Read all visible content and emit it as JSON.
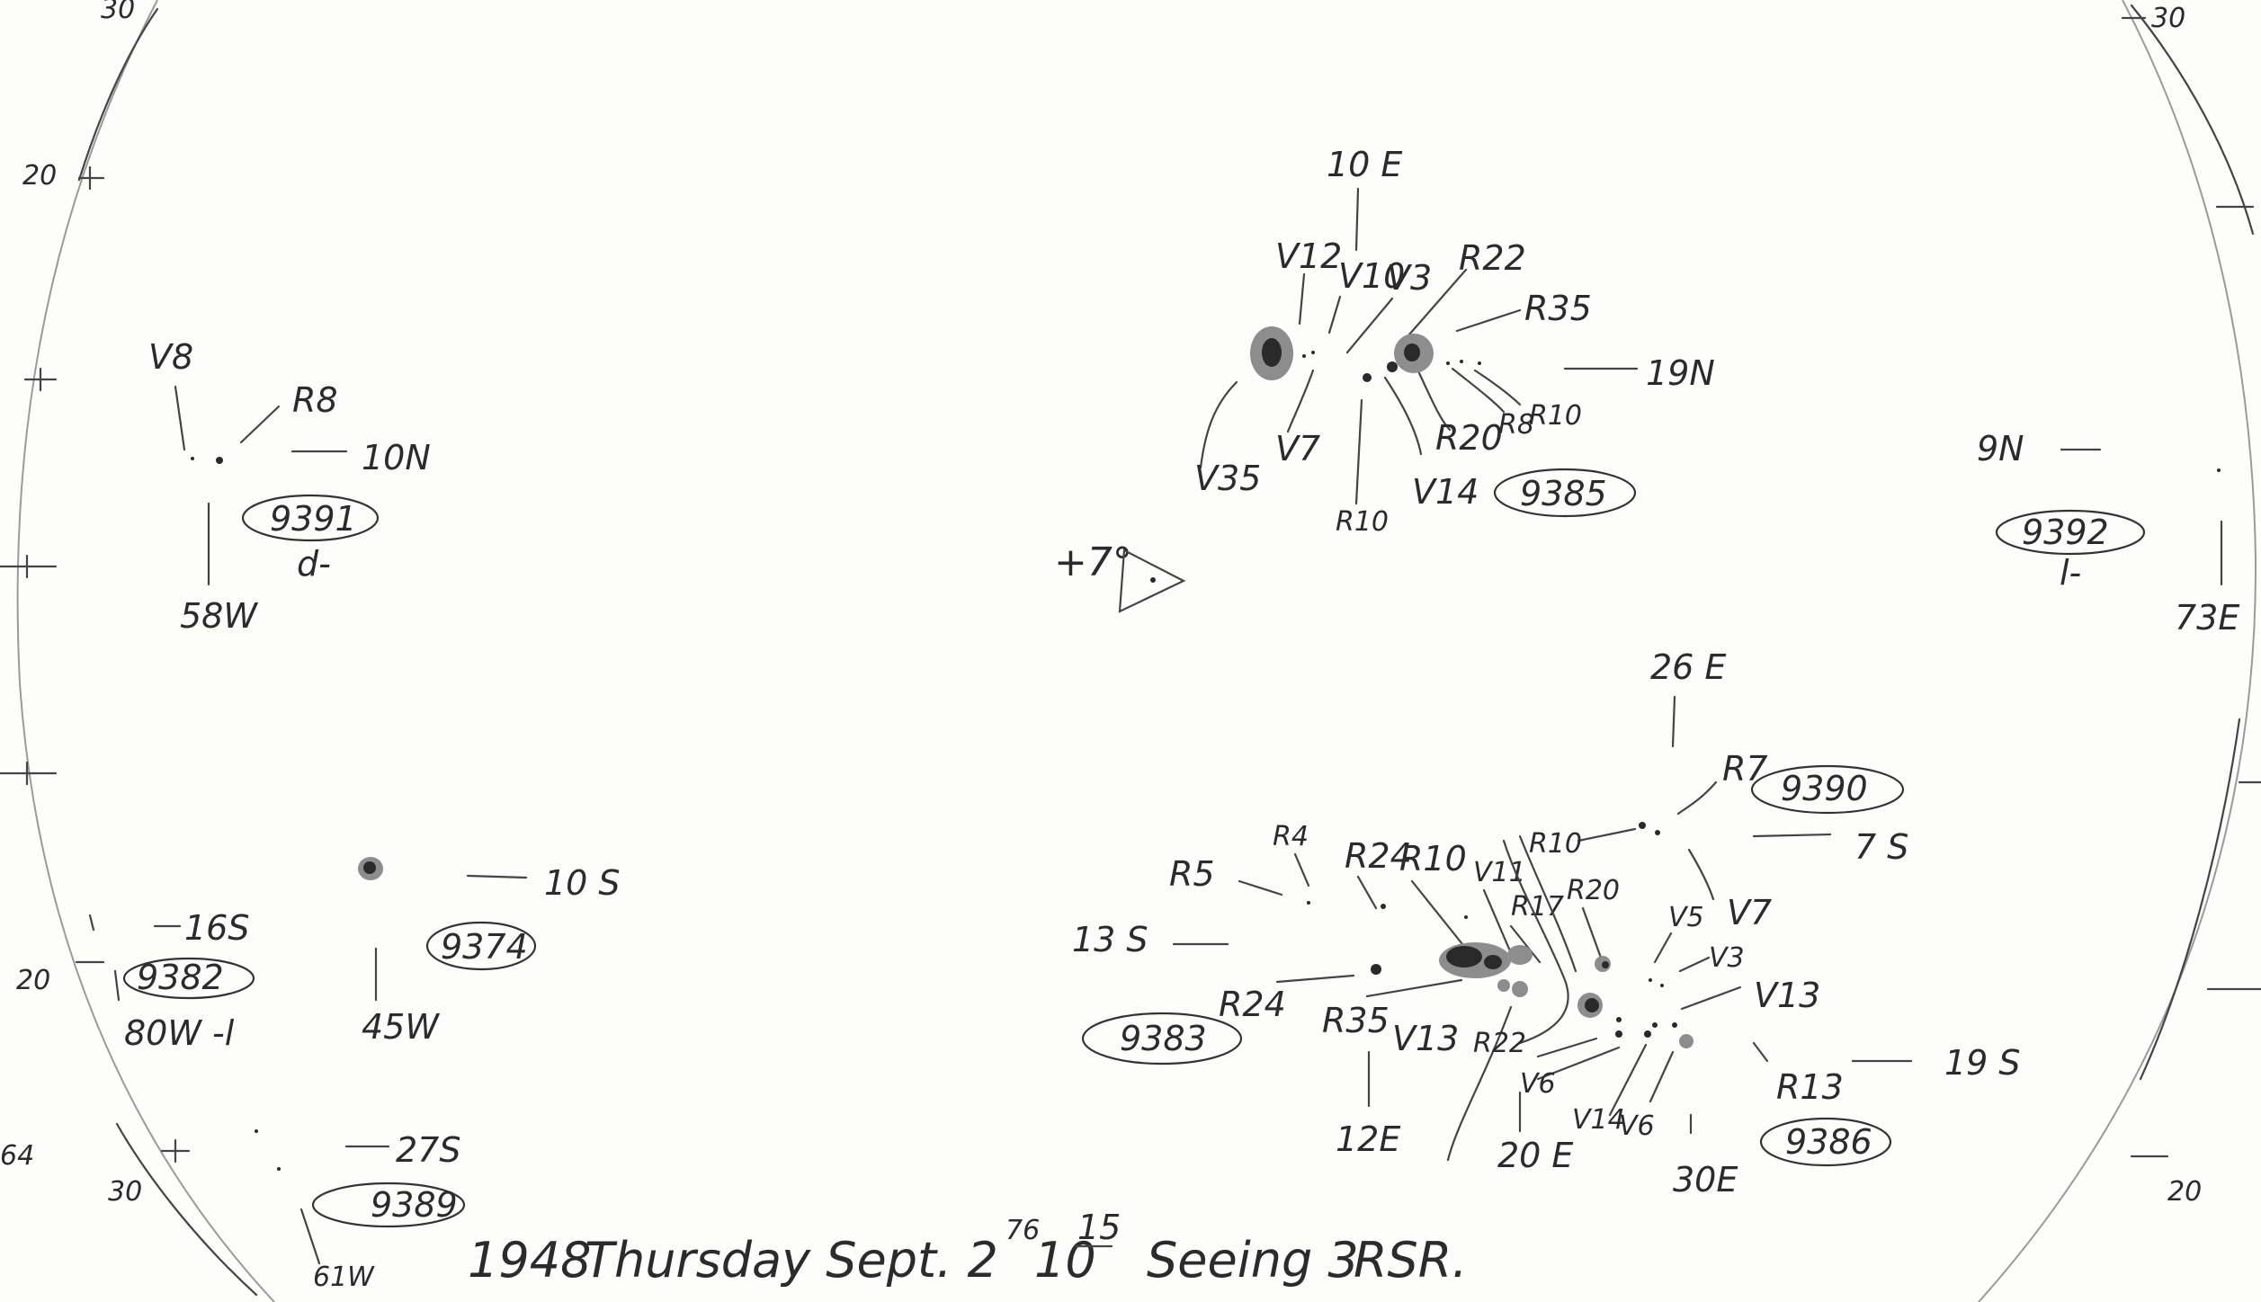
{
  "scale_marks": {
    "top_left": "30",
    "left_upper": "20",
    "left_lower": "20",
    "left_bottom": "30",
    "bottom_left_corner": "64",
    "top_right": "30",
    "right_bottom": "20"
  },
  "groups": {
    "g9391": {
      "number": "9391",
      "class": "d-",
      "lat": "10N",
      "lon": "58W",
      "labels": {
        "v": "V8",
        "r": "R8"
      }
    },
    "g9385": {
      "number": "9385",
      "lat": "19N",
      "lon": "10 E",
      "labels": {
        "v12": "V12",
        "v10": "V10",
        "v3": "V3",
        "r22": "R22",
        "r35": "R35",
        "v35": "V35",
        "v7": "V7",
        "r10a": "R10",
        "v14": "V14",
        "r20": "R20",
        "r8": "R8",
        "r10b": "R10"
      }
    },
    "g9392": {
      "number": "9392",
      "class": "l-",
      "lat": "9N",
      "lon": "73E"
    },
    "g9374": {
      "number": "9374",
      "lat": "10 S",
      "lon": "45W"
    },
    "g9382": {
      "number": "9382",
      "lat": "16S",
      "lon": "80W -l"
    },
    "g9389": {
      "number": "9389",
      "lat": "27S",
      "lon": "61W"
    },
    "g9390": {
      "number": "9390",
      "lat": "7 S",
      "lon": "26 E",
      "labels": {
        "r7": "R7",
        "v7": "V7"
      }
    },
    "g9383": {
      "number": "9383",
      "lat": "13 S",
      "lon": "12E",
      "labels": {
        "r5": "R5",
        "r4": "R4",
        "r24a": "R24",
        "r10": "R10",
        "v11": "V11",
        "r17": "R17",
        "r24b": "R24",
        "r35": "R35",
        "v13": "V13"
      }
    },
    "g9386": {
      "number": "9386",
      "lat": "19 S",
      "lon": "30E",
      "labels": {
        "r10": "R10",
        "r20": "R20",
        "v5": "V5",
        "v3": "V3",
        "v13": "V13",
        "r22": "R22",
        "v6a": "V6",
        "v14": "V14",
        "v6b": "V6",
        "r13": "R13"
      }
    },
    "mid_lon": "20 E"
  },
  "orientation": {
    "label": "+7°"
  },
  "footer": {
    "year": "1948",
    "date": "Thursday Sept. 2",
    "date_sup": "76",
    "time": "10",
    "time_sup": "15",
    "seeing": "Seeing 3",
    "observer": "RSR."
  }
}
